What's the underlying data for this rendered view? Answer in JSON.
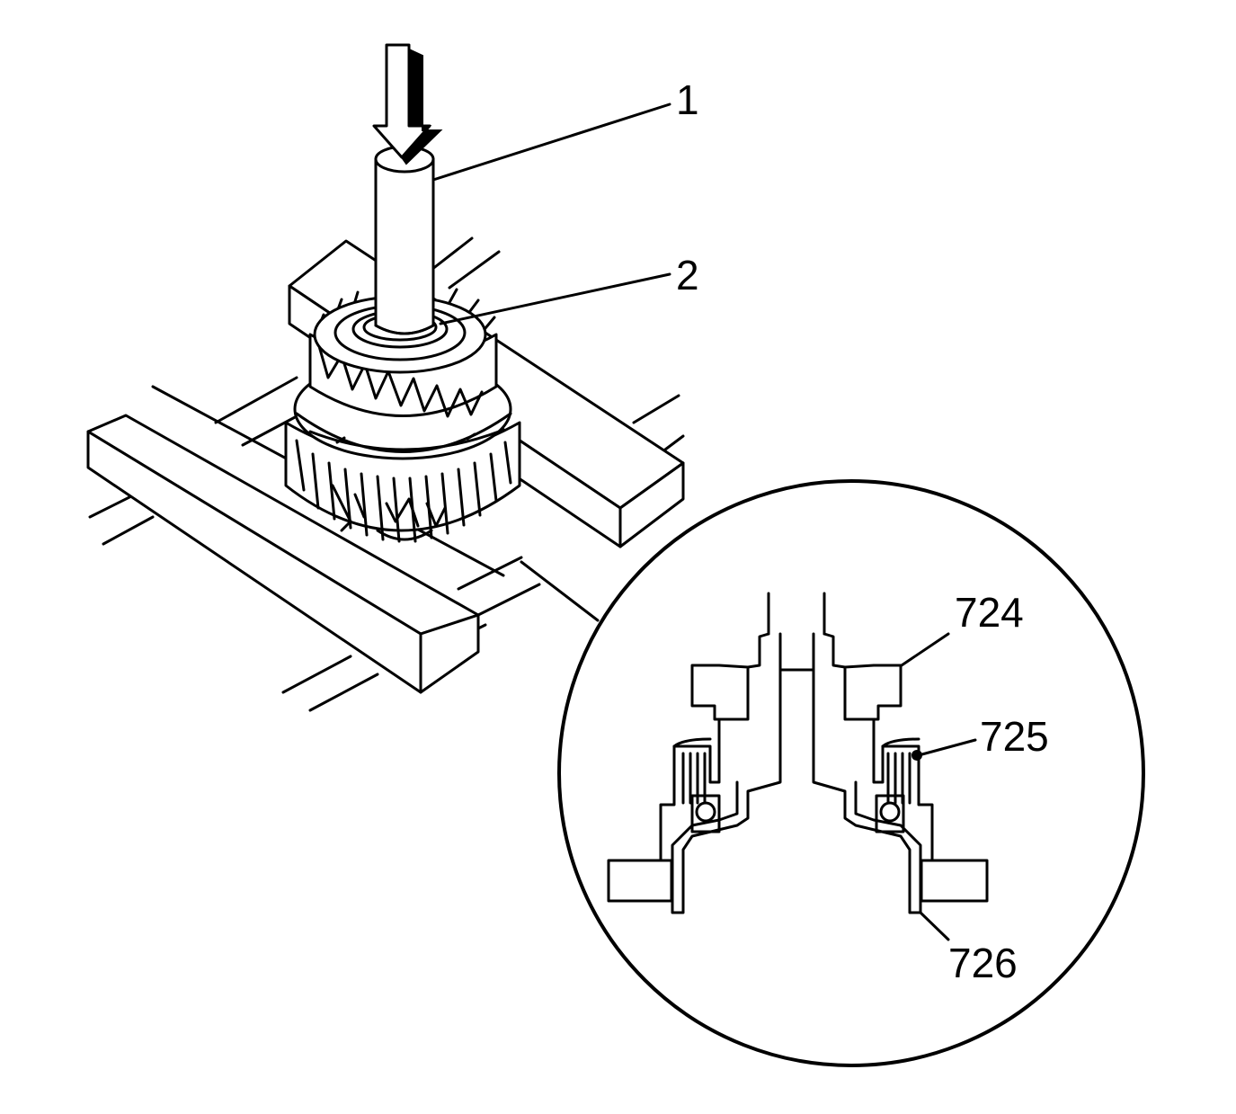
{
  "callouts": {
    "c1": "1",
    "c2": "2",
    "c724": "724",
    "c725": "725",
    "c726": "726"
  },
  "colors": {
    "line": "#000000",
    "background": "#ffffff"
  },
  "icons": [
    "down-arrow-icon"
  ]
}
